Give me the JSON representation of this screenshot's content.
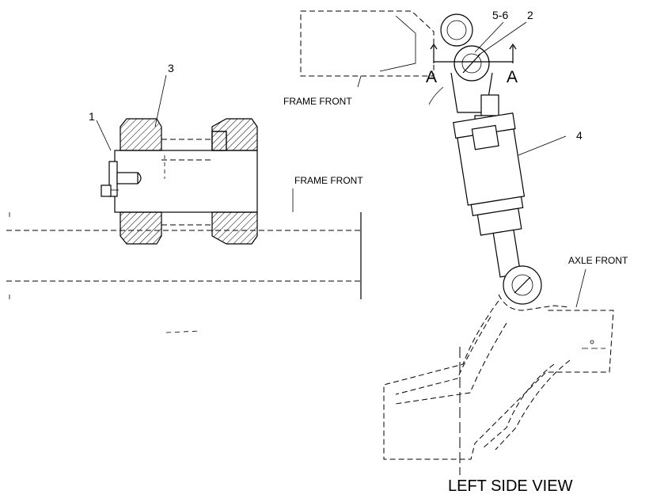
{
  "labels": {
    "callout_1": "1",
    "callout_2": "2",
    "callout_3": "3",
    "callout_4": "4",
    "callout_5_6": "5-6",
    "section_a_left": "A",
    "section_a_right": "A",
    "frame_front_upper": "FRAME FRONT",
    "frame_front_lower": "FRAME FRONT",
    "axle_front": "AXLE FRONT",
    "view_title": "LEFT SIDE VIEW"
  }
}
